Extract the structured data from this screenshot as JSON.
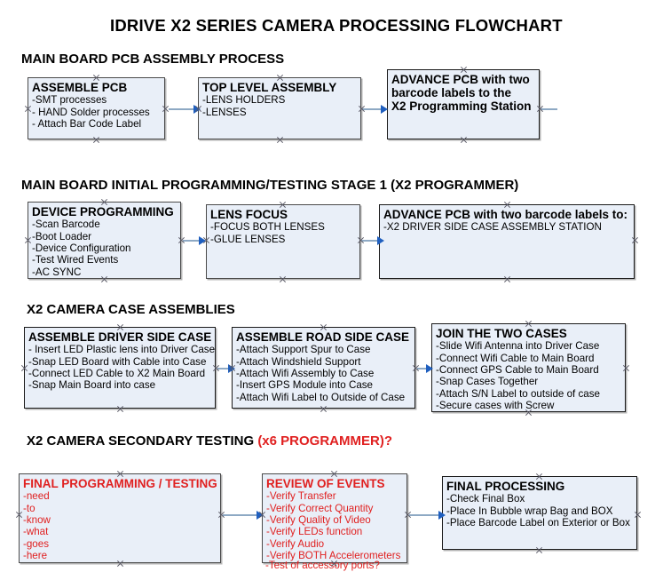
{
  "document": {
    "title": "IDRIVE X2  SERIES CAMERA PROCESSING FLOWCHART"
  },
  "accent_colors": {
    "red": "#e02020",
    "box_fill": "#e9eff8",
    "box_border": "#4a4a4a",
    "connector": "#8ea9c4",
    "arrowhead": "#1f5fbf"
  },
  "sections": [
    {
      "heading": "MAIN BOARD PCB ASSEMBLY PROCESS",
      "heading_accent": "",
      "boxes": [
        {
          "title": "ASSEMBLE PCB",
          "lines": [
            "-SMT processes",
            "- HAND Solder processes",
            "- Attach Bar Code Label"
          ]
        },
        {
          "title": "TOP LEVEL ASSEMBLY",
          "lines": [
            "-LENS HOLDERS",
            "-LENSES"
          ]
        },
        {
          "title": "ADVANCE PCB with two",
          "lines": [
            "barcode labels to the",
            " X2 Programming Station"
          ]
        }
      ]
    },
    {
      "heading": "MAIN BOARD INITIAL PROGRAMMING/TESTING STAGE 1 (X2 PROGRAMMER)",
      "heading_accent": "",
      "boxes": [
        {
          "title": "DEVICE PROGRAMMING",
          "lines": [
            "-Scan Barcode",
            "-Boot Loader",
            "-Device Configuration",
            "-Test Wired Events",
            "-AC SYNC"
          ]
        },
        {
          "title": "LENS FOCUS",
          "lines": [
            "-FOCUS BOTH LENSES",
            "-GLUE LENSES"
          ]
        },
        {
          "title": "ADVANCE PCB with two barcode labels to:",
          "lines": [
            "-X2 DRIVER  SIDE  CASE  ASSEMBLY STATION"
          ]
        }
      ]
    },
    {
      "heading": "X2 CAMERA CASE ASSEMBLIES",
      "heading_accent": "",
      "boxes": [
        {
          "title": "ASSEMBLE DRIVER SIDE CASE",
          "lines": [
            "- Insert LED Plastic lens into Driver Case",
            "-Snap LED Board with Cable into Case",
            "-Connect LED Cable to X2 Main Board",
            "-Snap Main Board into case"
          ]
        },
        {
          "title": "ASSEMBLE ROAD SIDE CASE",
          "lines": [
            "-Attach Support Spur to Case",
            "-Attach Windshield Support",
            "-Attach Wifi Assembly to Case",
            "-Insert GPS Module into Case",
            "-Attach Wifi Label to Outside of Case"
          ]
        },
        {
          "title": "JOIN THE TWO CASES",
          "lines": [
            "-Slide Wifi Antenna into Driver Case",
            "-Connect Wifi Cable to Main Board",
            "-Connect GPS Cable to Main Board",
            "-Snap Cases Together",
            "-Attach S/N Label to outside of case",
            "-Secure cases with Screw"
          ]
        }
      ]
    },
    {
      "heading": "X2 CAMERA SECONDARY TESTING ",
      "heading_accent": "(x6 PROGRAMMER)?",
      "boxes": [
        {
          "title": "FINAL PROGRAMMING / TESTING",
          "lines": [
            "-need",
            "-to",
            "-know",
            "-what",
            "-goes",
            "-here"
          ]
        },
        {
          "title": "REVIEW OF EVENTS",
          "lines": [
            "-Verify Transfer",
            "-Verify Correct Quantity",
            "-Verify Quality of Video",
            "-Verify LEDs function",
            "-Verify Audio",
            "-Verify BOTH Accelerometers"
          ],
          "overflow_line": "-Test of accessory ports?"
        },
        {
          "title": "FINAL PROCESSING",
          "lines": [
            " -Check Final Box",
            "-Place In Bubble wrap Bag and BOX",
            "-Place Barcode Label on Exterior or Box"
          ]
        }
      ]
    }
  ]
}
